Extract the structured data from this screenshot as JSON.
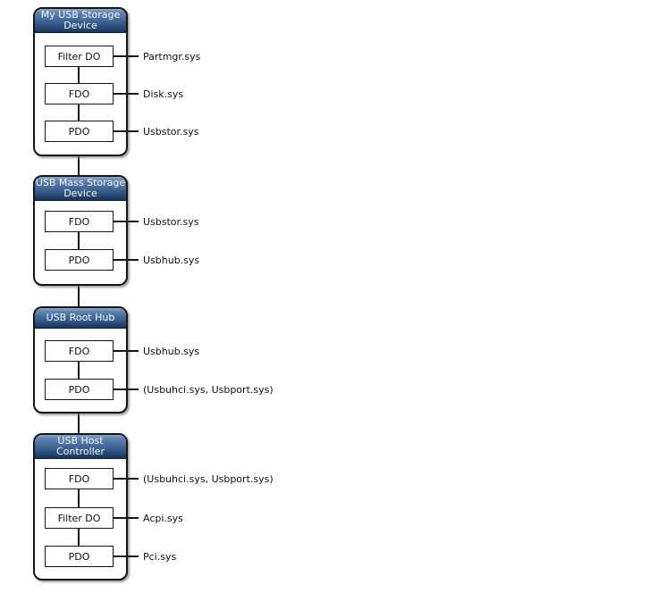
{
  "diagram": {
    "background_color": "#ffffff",
    "line_color": "#151515",
    "header_gradient_top": "#7d9cbe",
    "header_gradient_bottom": "#16345a",
    "header_text_color": "#f4f6f9",
    "groups": [
      {
        "title": "My USB Storage\nDevice",
        "rows": [
          {
            "box": "Filter DO",
            "driver": "Partmgr.sys"
          },
          {
            "box": "FDO",
            "driver": "Disk.sys"
          },
          {
            "box": "PDO",
            "driver": "Usbstor.sys"
          }
        ]
      },
      {
        "title": "USB Mass Storage\nDevice",
        "rows": [
          {
            "box": "FDO",
            "driver": "Usbstor.sys"
          },
          {
            "box": "PDO",
            "driver": "Usbhub.sys"
          }
        ]
      },
      {
        "title": "USB Root Hub",
        "rows": [
          {
            "box": "FDO",
            "driver": "Usbhub.sys"
          },
          {
            "box": "PDO",
            "driver": "(Usbuhci.sys, Usbport.sys)"
          }
        ]
      },
      {
        "title": "USB Host\nController",
        "rows": [
          {
            "box": "FDO",
            "driver": "(Usbuhci.sys, Usbport.sys)"
          },
          {
            "box": "Filter DO",
            "driver": "Acpi.sys"
          },
          {
            "box": "PDO",
            "driver": "Pci.sys"
          }
        ]
      }
    ]
  }
}
